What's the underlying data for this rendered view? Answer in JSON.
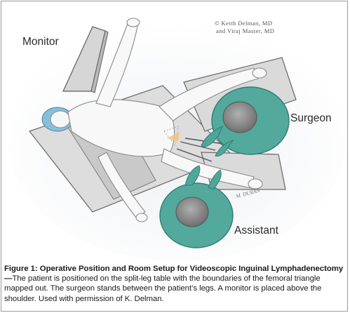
{
  "figure": {
    "labels": {
      "monitor": "Monitor",
      "surgeon": "Surgeon",
      "assistant": "Assistant"
    },
    "copyright_line1": "© Keith Delman, MD",
    "copyright_line2": "and Viraj Master, MD",
    "artist_signature": "M. DURAN",
    "colors": {
      "table": "#dcdcdc",
      "table_outline": "#6e6e6e",
      "patient": "#f7f7f7",
      "gown": "#4fa79a",
      "gown_dark": "#2f7e73",
      "head_cap": "#8a8a8a",
      "head_pad": "#7fb8d6",
      "instrument_highlight": "#f0b860"
    }
  },
  "caption": {
    "title": "Figure 1: Operative Position and Room Setup for Videoscopic Inguinal Lymphadenectomy—",
    "text": "The patient is positioned on the split-leg table with the boundaries of the femoral triangle mapped out. The surgeon stands between the patient’s legs. A monitor is placed above the shoulder. Used with permission of K. Delman."
  }
}
